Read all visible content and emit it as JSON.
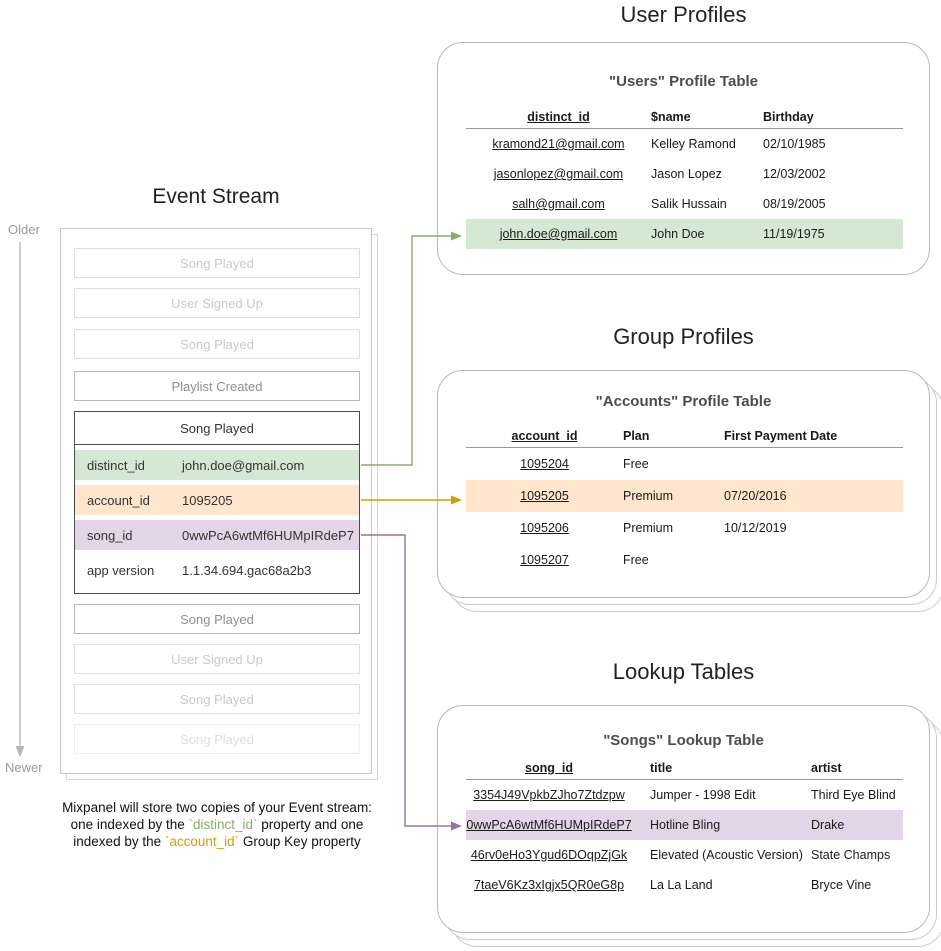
{
  "colors": {
    "green_bg": "#d5e8d4",
    "green_accent": "#82b366",
    "orange_bg": "#ffe6cc",
    "orange_accent": "#d79b00",
    "purple_bg": "#e1d5e7",
    "purple_accent": "#9673a6",
    "card_border": "#b9b9b9"
  },
  "event_stream": {
    "title": "Event Stream",
    "older_label": "Older",
    "newer_label": "Newer",
    "events_before": [
      {
        "label": "Song Played",
        "style": "faded"
      },
      {
        "label": "User Signed Up",
        "style": "faded"
      },
      {
        "label": "Song Played",
        "style": "faded"
      },
      {
        "label": "Playlist Created",
        "style": "normal"
      }
    ],
    "expanded_event": {
      "title": "Song Played",
      "properties": [
        {
          "key": "distinct_id",
          "value": "john.doe@gmail.com",
          "highlight": "green"
        },
        {
          "key": "account_id",
          "value": "1095205",
          "highlight": "orange"
        },
        {
          "key": "song_id",
          "value": "0wwPcA6wtMf6HUMpIRdeP7",
          "highlight": "purple"
        },
        {
          "key": "app version",
          "value": "1.1.34.694.gac68a2b3",
          "highlight": "none"
        }
      ]
    },
    "events_after": [
      {
        "label": "Song Played",
        "style": "normal"
      },
      {
        "label": "User Signed Up",
        "style": "faded"
      },
      {
        "label": "Song Played",
        "style": "faded"
      },
      {
        "label": "Song Played",
        "style": "ghost"
      }
    ],
    "caption": {
      "line1": "Mixpanel will store two copies of your Event stream:",
      "line2_pre": "one indexed by the ",
      "line2_code": "`distinct_id`",
      "line2_post": " property and one",
      "line3_pre": "indexed by the ",
      "line3_code": "`account_id`",
      "line3_post": " Group Key property"
    }
  },
  "user_profiles": {
    "section_title": "User Profiles",
    "card_title": "\"Users\" Profile Table",
    "headers": [
      "distinct_id",
      "$name",
      "Birthday"
    ],
    "rows": [
      {
        "c1": "kramond21@gmail.com",
        "c2": "Kelley Ramond",
        "c3": "02/10/1985",
        "highlighted": false
      },
      {
        "c1": "jasonlopez@gmail.com",
        "c2": "Jason Lopez",
        "c3": "12/03/2002",
        "highlighted": false
      },
      {
        "c1": "salh@gmail.com",
        "c2": "Salik Hussain",
        "c3": "08/19/2005",
        "highlighted": false
      },
      {
        "c1": "john.doe@gmail.com",
        "c2": "John Doe",
        "c3": "11/19/1975",
        "highlighted": true
      }
    ]
  },
  "group_profiles": {
    "section_title": "Group Profiles",
    "card_title": "\"Accounts\" Profile Table",
    "headers": [
      "account_id",
      "Plan",
      "First Payment Date"
    ],
    "rows": [
      {
        "c1": "1095204",
        "c2": "Free",
        "c3": "",
        "highlighted": false
      },
      {
        "c1": "1095205",
        "c2": "Premium",
        "c3": "07/20/2016",
        "highlighted": true
      },
      {
        "c1": "1095206",
        "c2": "Premium",
        "c3": "10/12/2019",
        "highlighted": false
      },
      {
        "c1": "1095207",
        "c2": "Free",
        "c3": "",
        "highlighted": false
      }
    ]
  },
  "lookup_tables": {
    "section_title": "Lookup Tables",
    "card_title": "\"Songs\" Lookup Table",
    "headers": [
      "song_id",
      "title",
      "artist"
    ],
    "rows": [
      {
        "c1": "3354J49VpkbZJho7Ztdzpw",
        "c2": "Jumper - 1998 Edit",
        "c3": "Third Eye Blind",
        "highlighted": false
      },
      {
        "c1": "0wwPcA6wtMf6HUMpIRdeP7",
        "c2": "Hotline Bling",
        "c3": "Drake",
        "highlighted": true
      },
      {
        "c1": "46rv0eHo3Ygud6DOqpZjGk",
        "c2": "Elevated (Acoustic Version)",
        "c3": "State Champs",
        "highlighted": false
      },
      {
        "c1": "7taeV6Kz3xIgjx5QR0eG8p",
        "c2": "La La Land",
        "c3": "Bryce Vine",
        "highlighted": false
      }
    ]
  }
}
